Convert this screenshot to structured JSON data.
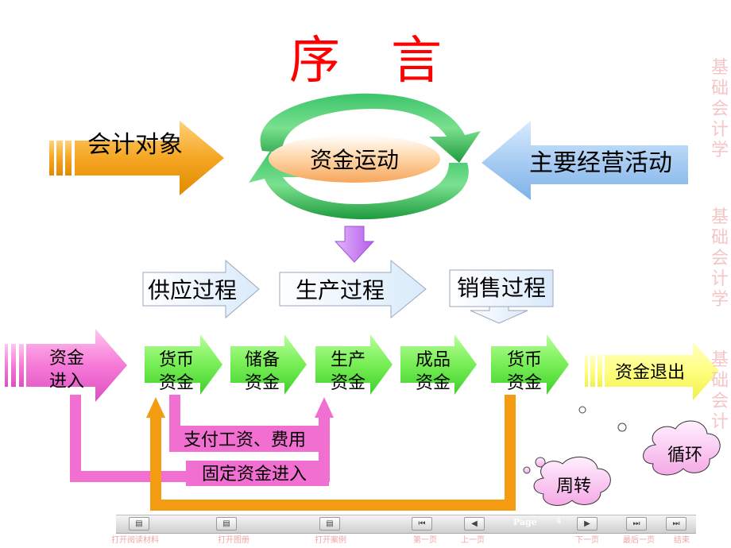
{
  "title": "序　言",
  "left_concept": "会计对象",
  "center_concept": "资金运动",
  "right_concept": "主要经营活动",
  "processes": [
    "供应过程",
    "生产过程",
    "销售过程"
  ],
  "flow": {
    "enter_line1": "资金",
    "enter_line2": "进入",
    "stage1_line1": "货币",
    "stage1_line2": "资金",
    "stage2_line1": "储备",
    "stage2_line2": "资金",
    "stage3_line1": "生产",
    "stage3_line2": "资金",
    "stage4_line1": "成品",
    "stage4_line2": "资金",
    "stage5_line1": "货币",
    "stage5_line2": "资金",
    "exit": "资金退出"
  },
  "annotations": {
    "wages": "支付工资、费用",
    "fixed": "固定资金进入",
    "turnover": "周转",
    "cycle": "循环"
  },
  "watermark": [
    "基础会计学",
    "基础会计学",
    "基础会计"
  ],
  "nav": {
    "page_label": "Page",
    "page_number": "4",
    "labels": [
      "打开阅读材料",
      "打开图册",
      "打开案例",
      "第一页",
      "上一页",
      "下一页",
      "最后一页",
      "结束"
    ]
  },
  "colors": {
    "title": "#ff0000",
    "orange": "#f5a623",
    "blue": "#a9cdf3",
    "green": "#2aa84a",
    "pink": "#f06fd0",
    "lime": "#77ee55"
  }
}
